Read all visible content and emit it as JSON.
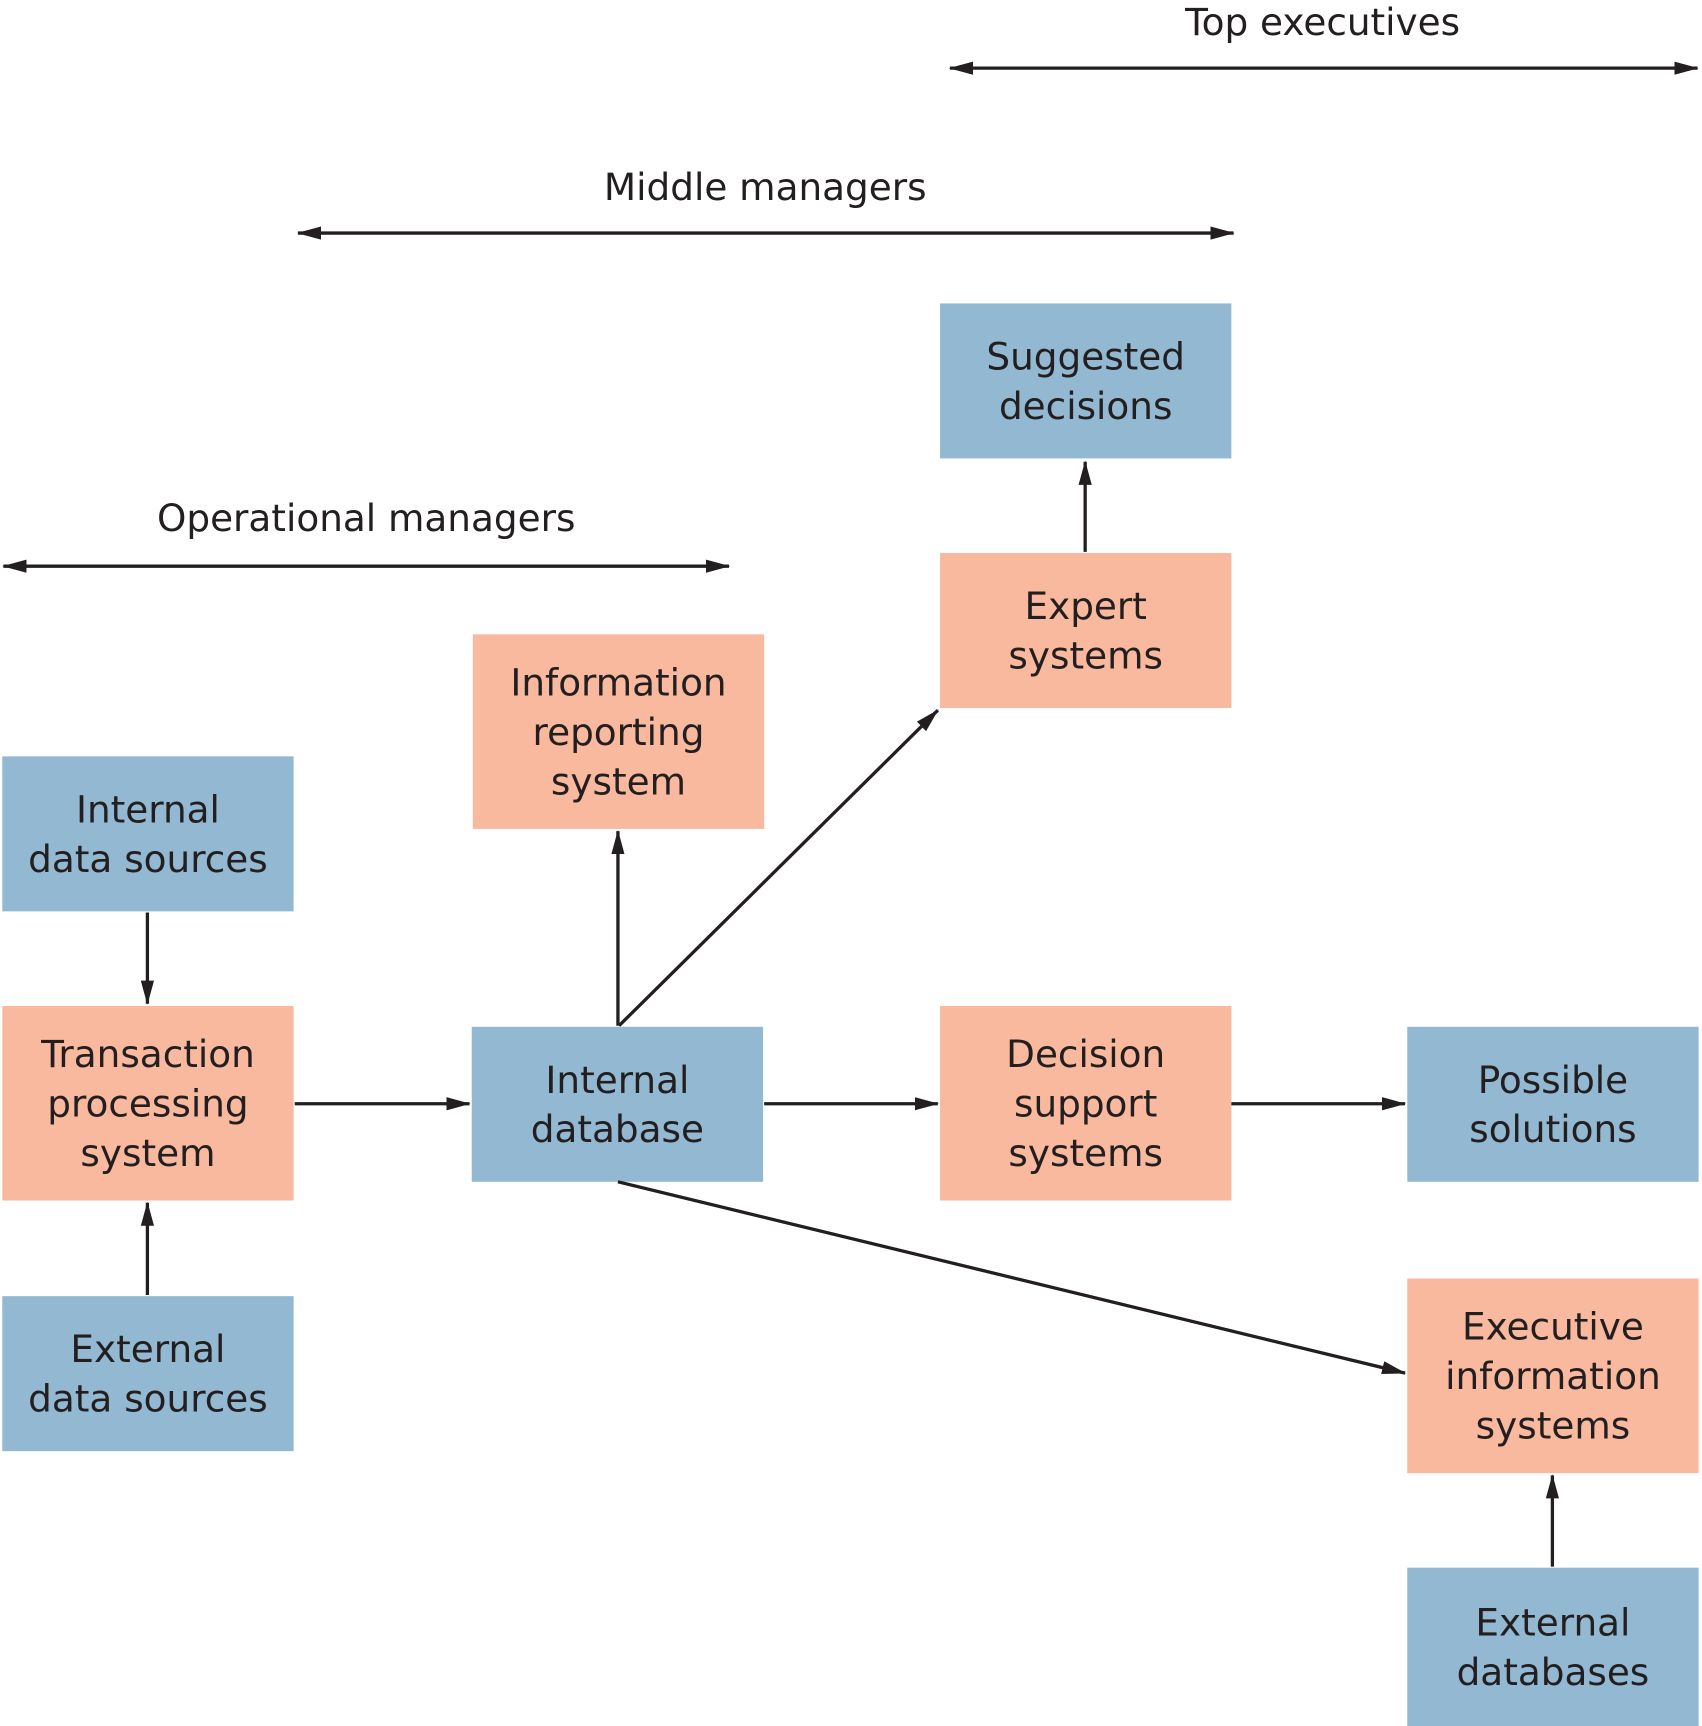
{
  "colors": {
    "data_box": "#92b9d1",
    "system_box": "#f8b99e",
    "line": "#231f20"
  },
  "levels": {
    "top": "Top executives",
    "middle": "Middle managers",
    "operational": "Operational managers"
  },
  "boxes": {
    "suggested": [
      "Suggested",
      "decisions"
    ],
    "expert": [
      "Expert",
      "systems"
    ],
    "reporting": [
      "Information",
      "reporting",
      "system"
    ],
    "internal_sources": [
      "Internal",
      "data sources"
    ],
    "transaction": [
      "Transaction",
      "processing",
      "system"
    ],
    "internal_db": [
      "Internal",
      "database"
    ],
    "dss": [
      "Decision",
      "support",
      "systems"
    ],
    "solutions": [
      "Possible",
      "solutions"
    ],
    "eis": [
      "Executive",
      "information",
      "systems"
    ],
    "external_sources": [
      "External",
      "data sources"
    ],
    "external_db": [
      "External",
      "databases"
    ]
  }
}
